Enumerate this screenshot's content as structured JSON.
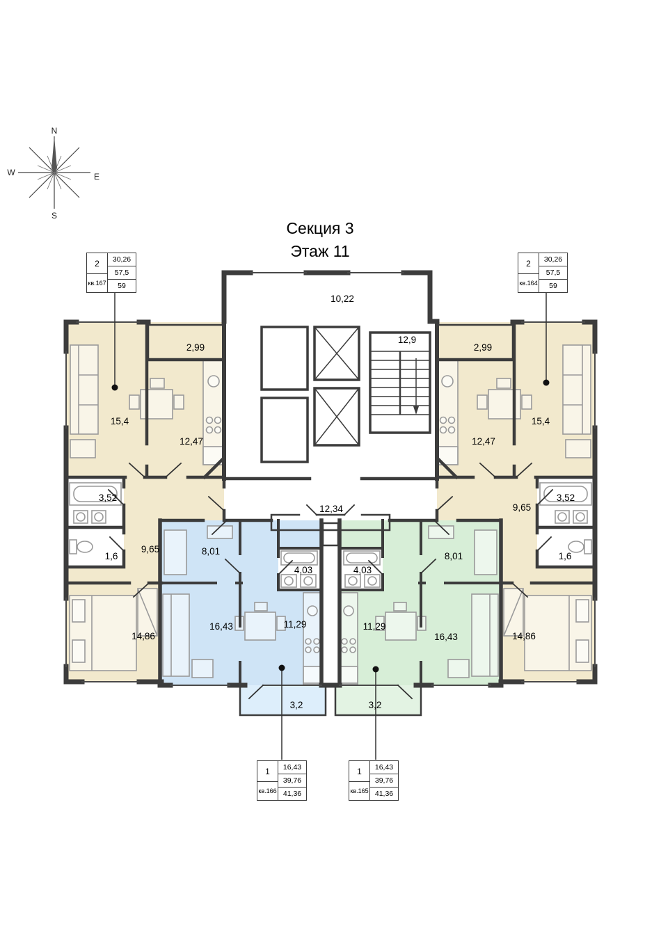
{
  "title": {
    "line1": "Секция 3",
    "line2": "Этаж 11"
  },
  "compass": {
    "n": "N",
    "e": "E",
    "s": "S",
    "w": "W"
  },
  "cards": [
    {
      "rooms": "2",
      "label": "кв.167",
      "v1": "30,26",
      "v2": "57,5",
      "v3": "59"
    },
    {
      "rooms": "2",
      "label": "кв.164",
      "v1": "30,26",
      "v2": "57,5",
      "v3": "59"
    },
    {
      "rooms": "1",
      "label": "кв.166",
      "v1": "16,43",
      "v2": "39,76",
      "v3": "41,36"
    },
    {
      "rooms": "1",
      "label": "кв.165",
      "v1": "16,43",
      "v2": "39,76",
      "v3": "41,36"
    }
  ],
  "rooms": {
    "corridor_top": "10,22",
    "stairs": "12,9",
    "balcony_top_left": "2,99",
    "balcony_top_right": "2,99",
    "living_left": "15,4",
    "living_right": "15,4",
    "kitchen_left": "12,47",
    "kitchen_right": "12,47",
    "bath_left": "3,52",
    "bath_right": "3,52",
    "wc_left": "1,6",
    "wc_right": "1,6",
    "hall_left": "9,65",
    "hall_right": "9,65",
    "corridor_mid": "12,34",
    "room_small_blue": "8,01",
    "room_small_green": "8,01",
    "bath_blue": "4,03",
    "bath_green": "4,03",
    "room_main_blue": "16,43",
    "room_main_green": "16,43",
    "kitchen_blue": "11,29",
    "kitchen_green": "11,29",
    "bedroom_left": "14,86",
    "bedroom_right": "14,86",
    "balcony_blue": "3,2",
    "balcony_green": "3,2"
  },
  "colors": {
    "beige": "#f2e9cd",
    "blue": "#cfe4f6",
    "blue_light": "#ddeefb",
    "green": "#d7eed7",
    "green_light": "#e3f3e3",
    "wall": "#3c3c3c"
  }
}
